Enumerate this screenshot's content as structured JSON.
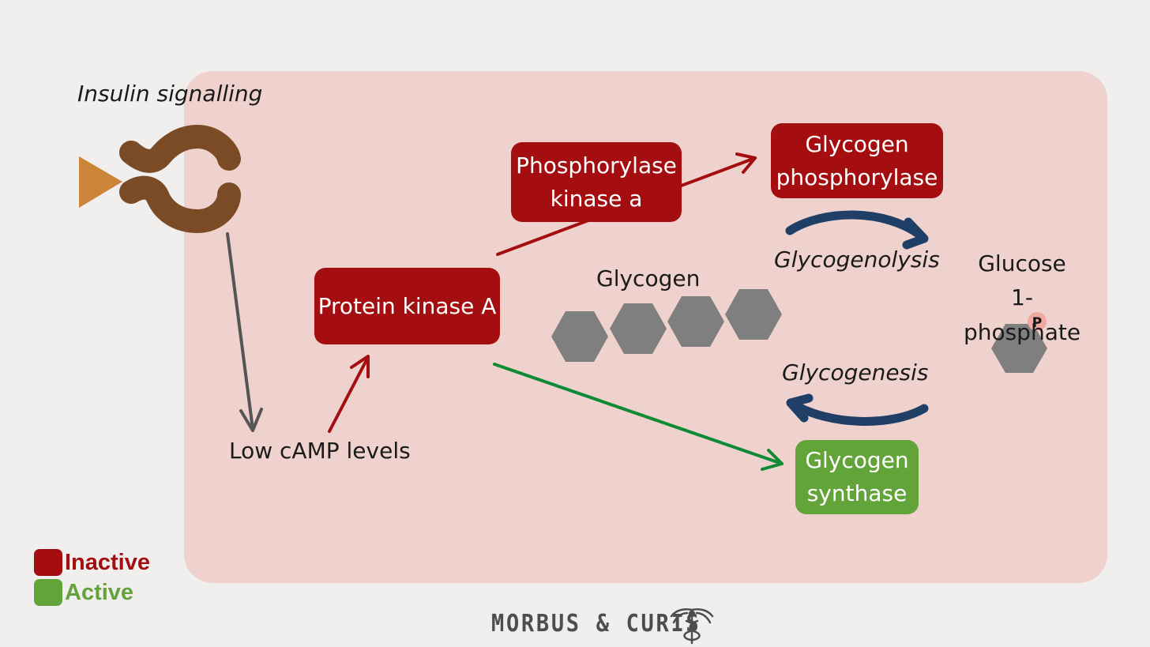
{
  "header": {
    "insulin_label": "Insulin signalling"
  },
  "nodes": {
    "low_camp": "Low cAMP levels",
    "protein_kinase": "Protein kinase A",
    "phosphorylase_kinase": "Phosphorylase\nkinase a",
    "glycogen_phosphorylase": "Glycogen\nphosphorylase",
    "glycogen_synthase": "Glycogen\nsynthase",
    "glycogen": "Glycogen",
    "glucose": "Glucose\n1-phosphate",
    "phosphate_badge": "P"
  },
  "processes": {
    "glycogenolysis": "Glycogenolysis",
    "glycogenesis": "Glycogenesis"
  },
  "legend": {
    "inactive": {
      "label": "Inactive",
      "color": "#a50e10"
    },
    "active": {
      "label": "Active",
      "color": "#63a43a"
    }
  },
  "footer": {
    "brand": "MORBUS & CURIS",
    "logo_icon": "caduceus-icon"
  },
  "colors": {
    "inactive_arrow": "#a50e10",
    "active_arrow": "#0f8a35",
    "flow_arrow": "#1f3f66",
    "signal_arrow": "#555555",
    "receptor": "#7a4b24",
    "ligand": "#cc8438",
    "glucose_unit": "#7f7f7f"
  }
}
